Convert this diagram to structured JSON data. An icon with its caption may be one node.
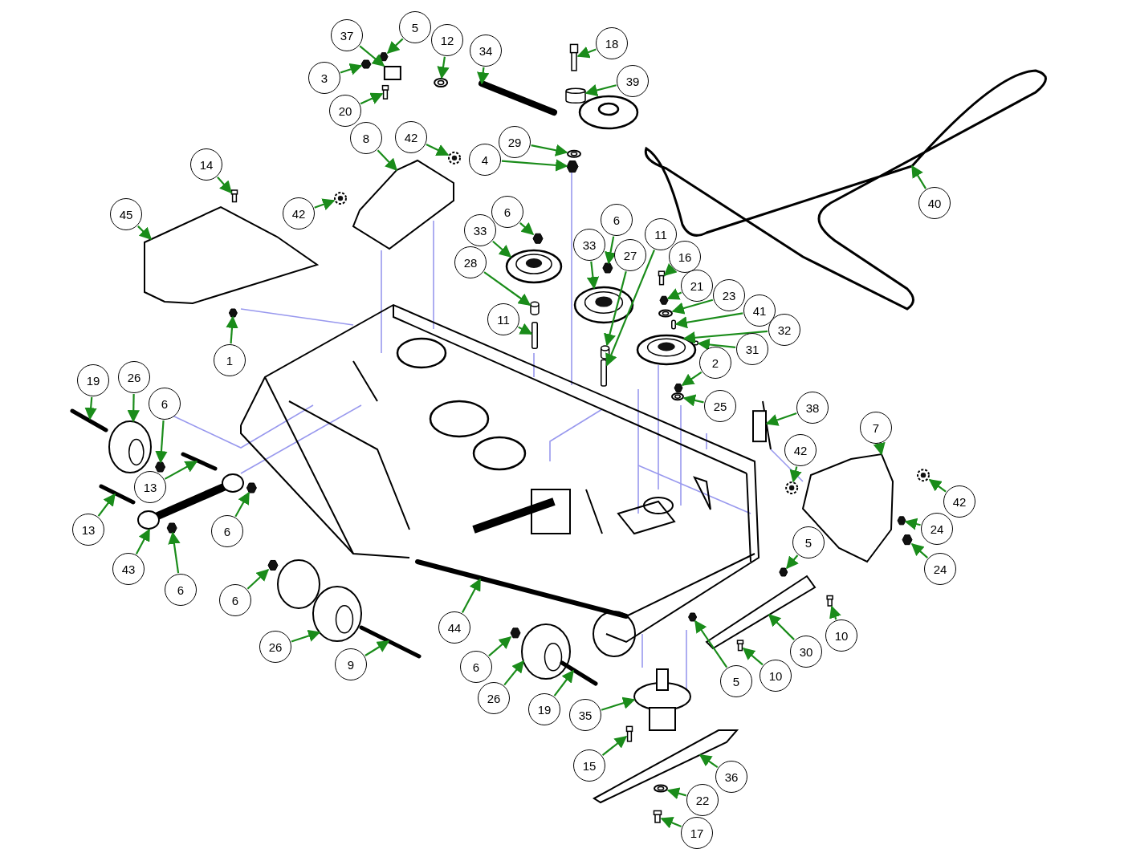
{
  "diagram": {
    "nodes": [
      {
        "text": [
          "37"
        ]
      },
      {
        "text": [
          "5"
        ]
      },
      {
        "text": [
          "12"
        ]
      },
      {
        "text": [
          "34"
        ]
      },
      {
        "text": [
          "18"
        ]
      },
      {
        "text": [
          "3"
        ]
      },
      {
        "text": [
          "20"
        ]
      },
      {
        "text": [
          "39"
        ]
      },
      {
        "text": [
          "42"
        ]
      },
      {
        "text": [
          "8"
        ]
      },
      {
        "text": [
          "29"
        ]
      },
      {
        "text": [
          "4"
        ]
      },
      {
        "text": [
          "40"
        ]
      },
      {
        "text": [
          "14"
        ]
      },
      {
        "text": [
          "42"
        ]
      },
      {
        "text": [
          "45"
        ]
      },
      {
        "text": [
          "6"
        ]
      },
      {
        "text": [
          "6"
        ]
      },
      {
        "text": [
          "11"
        ]
      },
      {
        "text": [
          "33"
        ]
      },
      {
        "text": [
          "33"
        ]
      },
      {
        "text": [
          "27"
        ]
      },
      {
        "text": [
          "28"
        ]
      },
      {
        "text": [
          "16"
        ]
      },
      {
        "text": [
          "21"
        ]
      },
      {
        "text": [
          "23"
        ]
      },
      {
        "text": [
          "41"
        ]
      },
      {
        "text": [
          "32"
        ]
      },
      {
        "text": [
          "31"
        ]
      },
      {
        "text": [
          "11"
        ]
      },
      {
        "text": [
          "1"
        ]
      },
      {
        "text": [
          "2"
        ]
      },
      {
        "text": [
          "25"
        ]
      },
      {
        "text": [
          "38"
        ]
      },
      {
        "text": [
          "7"
        ]
      },
      {
        "text": [
          "19"
        ]
      },
      {
        "text": [
          "26"
        ]
      },
      {
        "text": [
          "6"
        ]
      },
      {
        "text": [
          "42"
        ]
      },
      {
        "text": [
          "42"
        ]
      },
      {
        "text": [
          "13"
        ]
      },
      {
        "text": [
          "6"
        ]
      },
      {
        "text": [
          "13"
        ]
      },
      {
        "text": [
          "43"
        ]
      },
      {
        "text": [
          "6"
        ]
      },
      {
        "text": [
          "24"
        ]
      },
      {
        "text": [
          "24"
        ]
      },
      {
        "text": [
          "5"
        ]
      },
      {
        "text": [
          "6"
        ]
      },
      {
        "text": [
          "26"
        ]
      },
      {
        "text": [
          "9"
        ]
      },
      {
        "text": [
          "44"
        ]
      },
      {
        "text": [
          "6"
        ]
      },
      {
        "text": [
          "26"
        ]
      },
      {
        "text": [
          "19"
        ]
      },
      {
        "text": [
          "10"
        ]
      },
      {
        "text": [
          "30"
        ]
      },
      {
        "text": [
          "10"
        ]
      },
      {
        "text": [
          "5"
        ]
      },
      {
        "text": [
          "35"
        ]
      },
      {
        "text": [
          "15"
        ]
      },
      {
        "text": [
          "36"
        ]
      },
      {
        "text": [
          "22"
        ]
      },
      {
        "text": [
          "17"
        ]
      },
      {
        "text": [],
        "shape": "box"
      },
      {
        "text": [],
        "shape": "hexagon"
      },
      {
        "text": [],
        "shape": "picture"
      },
      {
        "text": [],
        "shape": "picture"
      },
      {
        "text": [],
        "shape": "picture"
      },
      {
        "text": [],
        "shape": "hexagon"
      },
      {
        "text": [],
        "shape": "picture"
      },
      {
        "text": [],
        "shape": "cylinder"
      },
      {
        "text": [],
        "shape": "picture"
      },
      {
        "text": [],
        "shape": "picture"
      },
      {
        "text": [],
        "shape": "picture"
      },
      {
        "text": [],
        "shape": "hexagon"
      },
      {
        "text": [],
        "shape": "picture"
      },
      {
        "text": [],
        "shape": "picture"
      },
      {
        "text": [],
        "shape": "picture"
      },
      {
        "text": [],
        "shape": "picture"
      },
      {
        "text": [],
        "shape": "hexagon"
      },
      {
        "text": [],
        "shape": "hexagon"
      },
      {
        "text": [],
        "shape": "bar"
      },
      {
        "text": [],
        "shape": "picture"
      },
      {
        "text": [],
        "shape": "picture"
      },
      {
        "text": [],
        "shape": "cylinder"
      },
      {
        "text": [],
        "shape": "cylinder"
      },
      {
        "text": [],
        "shape": "picture"
      },
      {
        "text": [],
        "shape": "hexagon"
      },
      {
        "text": [],
        "shape": "picture"
      },
      {
        "text": [],
        "shape": "bar"
      },
      {
        "text": [],
        "shape": "picture"
      },
      {
        "text": [],
        "shape": "bar"
      },
      {
        "text": [],
        "shape": "bar"
      },
      {
        "text": [],
        "shape": "hexagon"
      },
      {
        "text": [],
        "shape": "hexagon"
      },
      {
        "text": [],
        "shape": "picture"
      },
      {
        "text": [],
        "shape": "box"
      },
      {
        "text": [],
        "shape": "picture"
      },
      {
        "text": [],
        "shape": "picture"
      },
      {
        "text": [],
        "shape": "picture"
      },
      {
        "text": [],
        "shape": "hexagon"
      },
      {
        "text": [],
        "shape": "picture"
      },
      {
        "text": [],
        "shape": "picture"
      },
      {
        "text": [],
        "shape": "picture"
      },
      {
        "text": [],
        "shape": "hexagon"
      },
      {
        "text": [],
        "shape": "picture"
      },
      {
        "text": [],
        "shape": "picture"
      },
      {
        "text": [],
        "shape": "hexagon"
      },
      {
        "text": [],
        "shape": "hexagon"
      },
      {
        "text": [],
        "shape": "hexagon"
      },
      {
        "text": [],
        "shape": "hexagon"
      },
      {
        "text": [],
        "shape": "hexagon"
      },
      {
        "text": [],
        "shape": "picture"
      },
      {
        "text": [],
        "shape": "picture"
      },
      {
        "text": [],
        "shape": "picture"
      },
      {
        "text": [],
        "shape": "hexagon"
      },
      {
        "text": [],
        "shape": "picture"
      },
      {
        "text": [],
        "shape": "picture"
      },
      {
        "text": [],
        "shape": "picture"
      },
      {
        "text": [],
        "shape": "picture"
      },
      {
        "text": [],
        "shape": "picture"
      },
      {
        "text": [],
        "shape": "hexagon"
      },
      {
        "text": [],
        "shape": "picture"
      },
      {
        "text": [],
        "shape": "picture"
      },
      {
        "text": [],
        "shape": "picture"
      },
      {
        "text": [],
        "shape": "picture"
      },
      {
        "text": [],
        "shape": "picture"
      }
    ],
    "edges": [
      {
        "from": 0,
        "to": 64,
        "arrow": "to"
      },
      {
        "from": 1,
        "to": 65,
        "arrow": "to"
      },
      {
        "from": 2,
        "to": 66,
        "arrow": "to"
      },
      {
        "from": 3,
        "to": 67,
        "arrow": "to"
      },
      {
        "from": 4,
        "to": 68,
        "arrow": "to"
      },
      {
        "from": 5,
        "to": 69,
        "arrow": "to"
      },
      {
        "from": 6,
        "to": 70,
        "arrow": "to"
      },
      {
        "from": 7,
        "to": 71,
        "arrow": "to"
      },
      {
        "from": 8,
        "to": 72,
        "arrow": "to"
      },
      {
        "from": 9,
        "to": 73,
        "arrow": "to"
      },
      {
        "from": 10,
        "to": 74,
        "arrow": "to"
      },
      {
        "from": 11,
        "to": 75,
        "arrow": "to"
      },
      {
        "from": 12,
        "to": 76,
        "arrow": "to"
      },
      {
        "from": 13,
        "to": 77,
        "arrow": "to"
      },
      {
        "from": 14,
        "to": 78,
        "arrow": "to"
      },
      {
        "from": 15,
        "to": 79,
        "arrow": "to"
      },
      {
        "from": 16,
        "to": 80,
        "arrow": "to"
      },
      {
        "from": 17,
        "to": 81,
        "arrow": "to"
      },
      {
        "from": 18,
        "to": 82,
        "arrow": "to"
      },
      {
        "from": 19,
        "to": 83,
        "arrow": "to"
      },
      {
        "from": 20,
        "to": 84,
        "arrow": "to"
      },
      {
        "from": 21,
        "to": 85,
        "arrow": "to"
      },
      {
        "from": 22,
        "to": 86,
        "arrow": "to"
      },
      {
        "from": 23,
        "to": 87,
        "arrow": "to"
      },
      {
        "from": 24,
        "to": 88,
        "arrow": "to"
      },
      {
        "from": 25,
        "to": 89,
        "arrow": "to"
      },
      {
        "from": 26,
        "to": 90,
        "arrow": "to"
      },
      {
        "from": 27,
        "to": 91,
        "arrow": "to"
      },
      {
        "from": 28,
        "to": 92,
        "arrow": "to"
      },
      {
        "from": 29,
        "to": 93,
        "arrow": "to"
      },
      {
        "from": 30,
        "to": 94,
        "arrow": "to"
      },
      {
        "from": 31,
        "to": 95,
        "arrow": "to"
      },
      {
        "from": 32,
        "to": 96,
        "arrow": "to"
      },
      {
        "from": 33,
        "to": 97,
        "arrow": "to"
      },
      {
        "from": 34,
        "to": 98,
        "arrow": "to"
      },
      {
        "from": 35,
        "to": 99,
        "arrow": "to"
      },
      {
        "from": 36,
        "to": 100,
        "arrow": "to"
      },
      {
        "from": 37,
        "to": 101,
        "arrow": "to"
      },
      {
        "from": 38,
        "to": 102,
        "arrow": "to"
      },
      {
        "from": 39,
        "to": 103,
        "arrow": "to"
      },
      {
        "from": 40,
        "to": 104,
        "arrow": "to"
      },
      {
        "from": 41,
        "to": 105,
        "arrow": "to"
      },
      {
        "from": 42,
        "to": 106,
        "arrow": "to"
      },
      {
        "from": 43,
        "to": 107,
        "arrow": "to"
      },
      {
        "from": 44,
        "to": 108,
        "arrow": "to"
      },
      {
        "from": 45,
        "to": 109,
        "arrow": "to"
      },
      {
        "from": 46,
        "to": 110,
        "arrow": "to"
      },
      {
        "from": 47,
        "to": 111,
        "arrow": "to"
      },
      {
        "from": 48,
        "to": 112,
        "arrow": "to"
      },
      {
        "from": 49,
        "to": 113,
        "arrow": "to"
      },
      {
        "from": 50,
        "to": 114,
        "arrow": "to"
      },
      {
        "from": 51,
        "to": 115,
        "arrow": "to"
      },
      {
        "from": 52,
        "to": 116,
        "arrow": "to"
      },
      {
        "from": 53,
        "to": 117,
        "arrow": "to"
      },
      {
        "from": 54,
        "to": 118,
        "arrow": "to"
      },
      {
        "from": 55,
        "to": 119,
        "arrow": "to"
      },
      {
        "from": 56,
        "to": 120,
        "arrow": "to"
      },
      {
        "from": 57,
        "to": 121,
        "arrow": "to"
      },
      {
        "from": 58,
        "to": 122,
        "arrow": "to"
      },
      {
        "from": 59,
        "to": 123,
        "arrow": "to"
      },
      {
        "from": 60,
        "to": 124,
        "arrow": "to"
      },
      {
        "from": 61,
        "to": 125,
        "arrow": "to"
      },
      {
        "from": 62,
        "to": 126,
        "arrow": "to"
      },
      {
        "from": 63,
        "to": 127,
        "arrow": "to"
      }
    ]
  }
}
